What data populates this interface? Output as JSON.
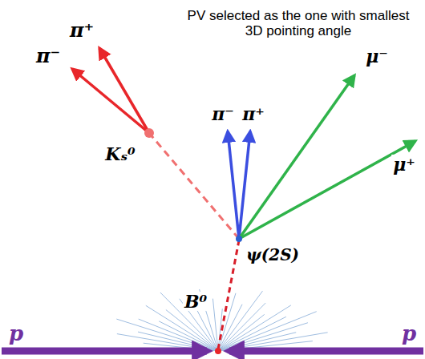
{
  "diagram": {
    "labels": [
      "PV selected as the one with smallest 3D pointing angle",
      "π⁺",
      "π⁻",
      "Kₛ⁰",
      "π⁻",
      "π⁺",
      "μ⁻",
      "μ⁺",
      "ψ(2S)",
      "B⁰",
      "p",
      "p"
    ]
  }
}
